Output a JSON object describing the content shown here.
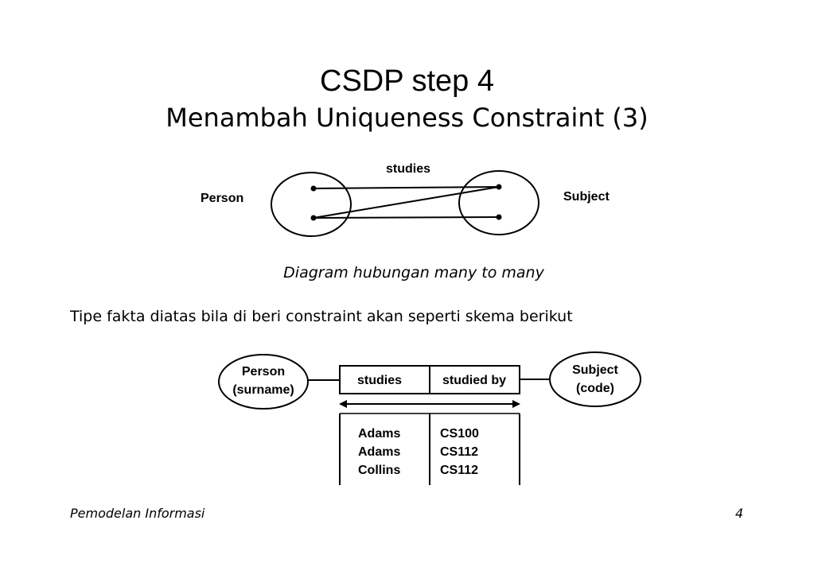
{
  "slide": {
    "title": "CSDP step 4",
    "subtitle": "Menambah Uniqueness Constraint (3)",
    "caption": "Diagram hubungan many to many",
    "sentence": "Tipe fakta diatas bila di beri constraint akan seperti skema berikut",
    "footer_left": "Pemodelan Informasi",
    "footer_right": "4"
  },
  "diagram1": {
    "left_label": "Person",
    "right_label": "Subject",
    "relation_label": "studies"
  },
  "diagram2": {
    "left_entity": {
      "line1": "Person",
      "line2": "(surname)"
    },
    "right_entity": {
      "line1": "Subject",
      "line2": "(code)"
    },
    "roles": [
      "studies",
      "studied by"
    ],
    "rows": [
      [
        "Adams",
        "CS100"
      ],
      [
        "Adams",
        "CS112"
      ],
      [
        "Collins",
        "CS112"
      ]
    ]
  }
}
